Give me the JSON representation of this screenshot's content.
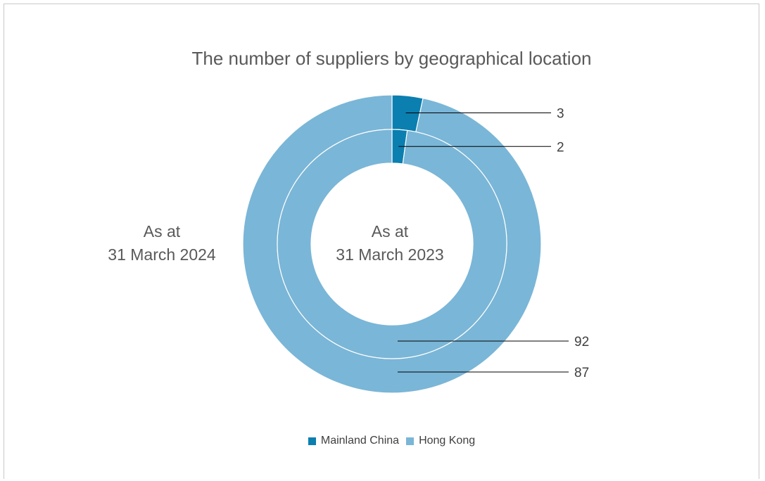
{
  "chart_data": {
    "type": "donut",
    "title": "The number of suppliers by geographical location",
    "categories": [
      "Mainland China",
      "Hong Kong"
    ],
    "colors": [
      "#0a7fb0",
      "#7ab6d7"
    ],
    "series": [
      {
        "name": "As at 31 March 2024",
        "ring": "outer",
        "values": [
          3,
          87
        ]
      },
      {
        "name": "As at 31 March 2023",
        "ring": "inner",
        "values": [
          2,
          92
        ]
      }
    ],
    "ring_labels": {
      "outer": {
        "line1": "As at",
        "line2": "31 March 2024"
      },
      "inner": {
        "line1": "As at",
        "line2": "31 March 2023"
      }
    },
    "legend_position": "bottom"
  }
}
